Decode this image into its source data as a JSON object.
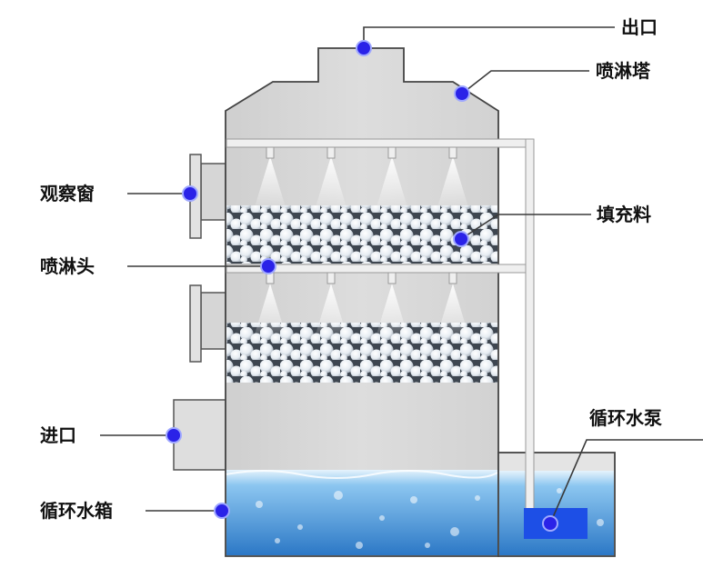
{
  "labels": {
    "outlet": "出口",
    "tower": "喷淋塔",
    "sight_window": "观察窗",
    "packing": "填充料",
    "nozzle": "喷淋头",
    "pump": "循环水泵",
    "inlet": "进口",
    "water_tank": "循环水箱"
  },
  "colors": {
    "tower_body": "#d8d8d8",
    "water": "#3d8fd8",
    "pump": "#1d4fe6",
    "marker": "#2a22e8",
    "pipe": "#eeeeee",
    "leader_line": "#3a3a3a"
  }
}
